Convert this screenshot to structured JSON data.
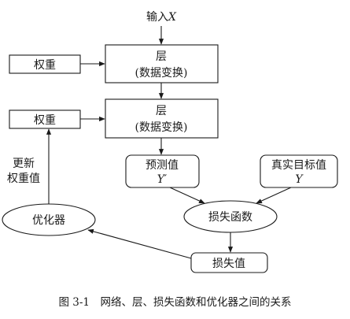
{
  "input": {
    "text": "输入",
    "var": "X"
  },
  "layer1": {
    "line1": "层",
    "line2": "(数据变换)"
  },
  "layer2": {
    "line1": "层",
    "line2": "(数据变换)"
  },
  "weights1": {
    "label": "权重"
  },
  "weights2": {
    "label": "权重"
  },
  "update": {
    "line1": "更新",
    "line2": "权重值"
  },
  "prediction": {
    "line1": "预测值",
    "line2": "Y′"
  },
  "target": {
    "line1": "真实目标值",
    "line2": "Y"
  },
  "optimizer": {
    "label": "优化器"
  },
  "loss_function": {
    "label": "损失函数"
  },
  "loss_value": {
    "label": "损失值"
  },
  "caption": "图 3-1　网络、层、损失函数和优化器之间的关系"
}
